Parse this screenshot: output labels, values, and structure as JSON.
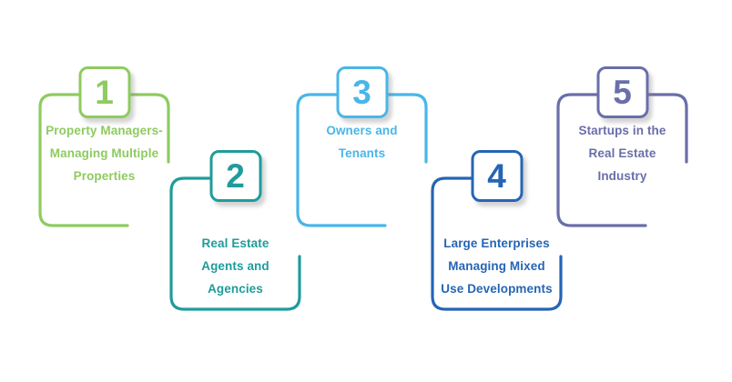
{
  "background_color": "#FFFFFF",
  "steps": [
    {
      "number": "1",
      "color": "#8ECB60",
      "label_lines": [
        "Property Managers-",
        "Managing Multiple",
        "Properties"
      ]
    },
    {
      "number": "2",
      "color": "#1F9C9B",
      "label_lines": [
        "Real Estate",
        "Agents and",
        "Agencies"
      ]
    },
    {
      "number": "3",
      "color": "#49B6E9",
      "label_lines": [
        "Owners and",
        "Tenants"
      ]
    },
    {
      "number": "4",
      "color": "#2565B5",
      "label_lines": [
        "Large Enterprises",
        "Managing Mixed",
        "Use Developments"
      ]
    },
    {
      "number": "5",
      "color": "#6A6EA9",
      "label_lines": [
        "Startups in the",
        "Real Estate",
        "Industry"
      ]
    }
  ]
}
